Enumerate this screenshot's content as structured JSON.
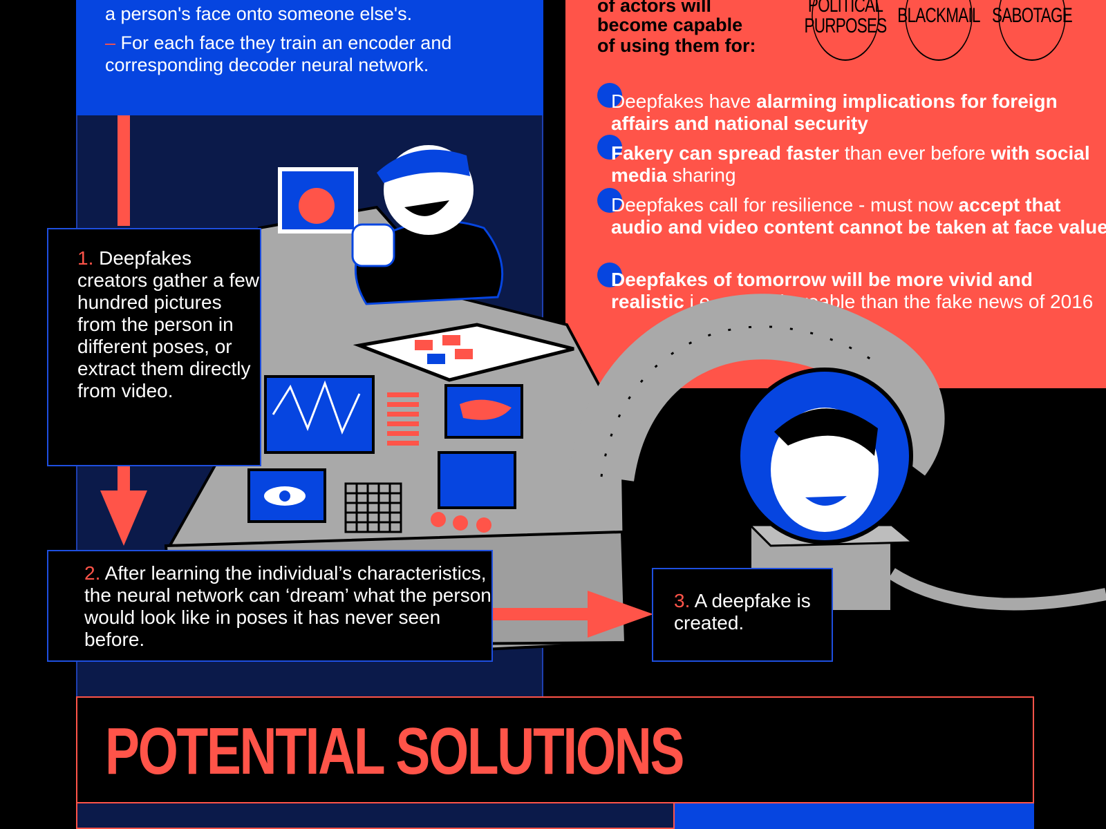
{
  "intro_panel": {
    "line1": "a person's face onto someone else's.",
    "dash": "–",
    "line2": "For each face they train an encoder and",
    "line3": "corresponding decoder neural network."
  },
  "threats": {
    "intro_lines": [
      "of actors will",
      "become capable",
      "of using them for:"
    ],
    "badges": [
      {
        "top": "POLITICAL",
        "bottom": "PURPOSES"
      },
      {
        "top": "BLACKMAIL",
        "bottom": ""
      },
      {
        "top": "SABOTAGE",
        "bottom": ""
      }
    ],
    "bullets": [
      {
        "plain1": "Deepfakes have ",
        "bold1": "alarming implications for foreign affairs and national security",
        "plain2": "",
        "bold2": ""
      },
      {
        "plain1": "",
        "bold1": "Fakery can spread faster",
        "plain2": " than ever before ",
        "bold2": "with social media",
        "plain3": " sharing"
      },
      {
        "plain1": "Deepfakes call for resilience - must now ",
        "bold1": "accept that audio and video content cannot be taken at face value",
        "plain2": "",
        "bold2": ""
      },
      {
        "plain1": "",
        "bold1": "Deepfakes of tomorrow will be more vivid and realistic",
        "plain2": " i.e. more shareable than the fake news of 2016",
        "bold2": ""
      }
    ]
  },
  "steps": [
    {
      "num": "1.",
      "text": " Deepfakes creators gather a few hundred pictures from the person in different poses, or extract them directly from video."
    },
    {
      "num": "2.",
      "text": " After learning the individual’s characteristics, the neural network can ‘dream’ what the person would look like in poses it has never seen before."
    },
    {
      "num": "3.",
      "text": " A deepfake is created."
    }
  ],
  "solutions": {
    "title": "POTENTIAL SOLUTIONS"
  },
  "colors": {
    "accent": "#ff5449",
    "blue": "#0645e0",
    "navy": "#0b1a4a"
  }
}
